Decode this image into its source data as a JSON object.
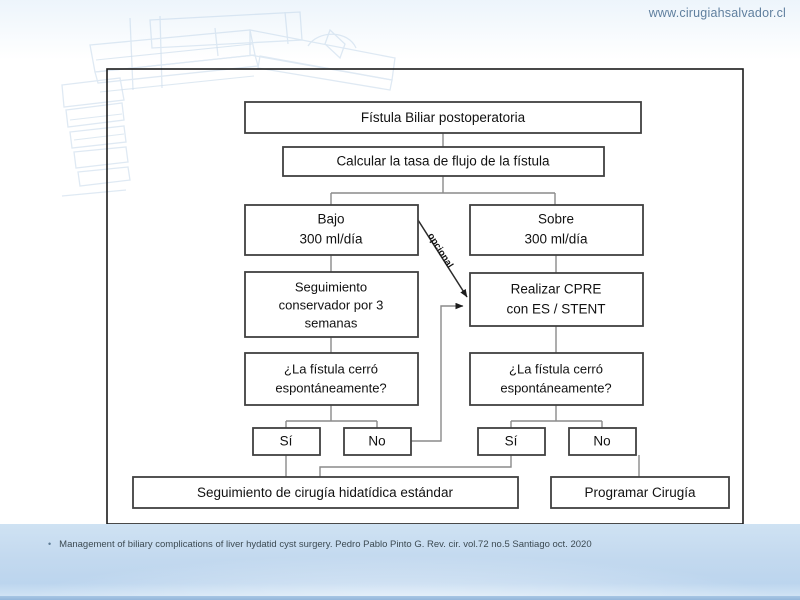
{
  "header": {
    "site_url": "www.cirugiahsalvador.cl"
  },
  "footer": {
    "bullet": "•",
    "citation": "Management of biliary complications of liver hydatid cyst surgery. Pedro Pablo Pinto G. Rev. cir. vol.72 no.5 Santiago oct. 2020"
  },
  "chart_data": {
    "type": "diagram",
    "title": "Fístula Biliar postoperatoria",
    "nodes": [
      {
        "id": "n1",
        "label": "Fístula Biliar postoperatoria"
      },
      {
        "id": "n2",
        "label": "Calcular la tasa de flujo de la fístula"
      },
      {
        "id": "n3",
        "line1": "Bajo",
        "line2": "300 ml/día"
      },
      {
        "id": "n4",
        "line1": "Sobre",
        "line2": "300 ml/día"
      },
      {
        "id": "n5",
        "line1": "Seguimiento",
        "line2": "conservador por 3",
        "line3": "semanas"
      },
      {
        "id": "n6",
        "line1": "Realizar CPRE",
        "line2": "con ES / STENT"
      },
      {
        "id": "n7",
        "line1": "¿La fístula cerró",
        "line2": "espontáneamente?"
      },
      {
        "id": "n8",
        "line1": "¿La fístula cerró",
        "line2": "espontáneamente?"
      },
      {
        "id": "n9",
        "label": "Sí"
      },
      {
        "id": "n10",
        "label": "No"
      },
      {
        "id": "n11",
        "label": "Sí"
      },
      {
        "id": "n12",
        "label": "No"
      },
      {
        "id": "n13",
        "label": "Seguimiento de cirugía hidatídica estándar"
      },
      {
        "id": "n14",
        "label": "Programar Cirugía"
      }
    ],
    "edge_labels": [
      {
        "id": "e-opcional",
        "label": "opcional"
      }
    ],
    "colors": {
      "node_stroke": "#404040",
      "connector": "#8a8a8a",
      "frame": "#1c1c1c",
      "band": "#c3d9ef",
      "url_text": "#5f7f9e"
    }
  }
}
